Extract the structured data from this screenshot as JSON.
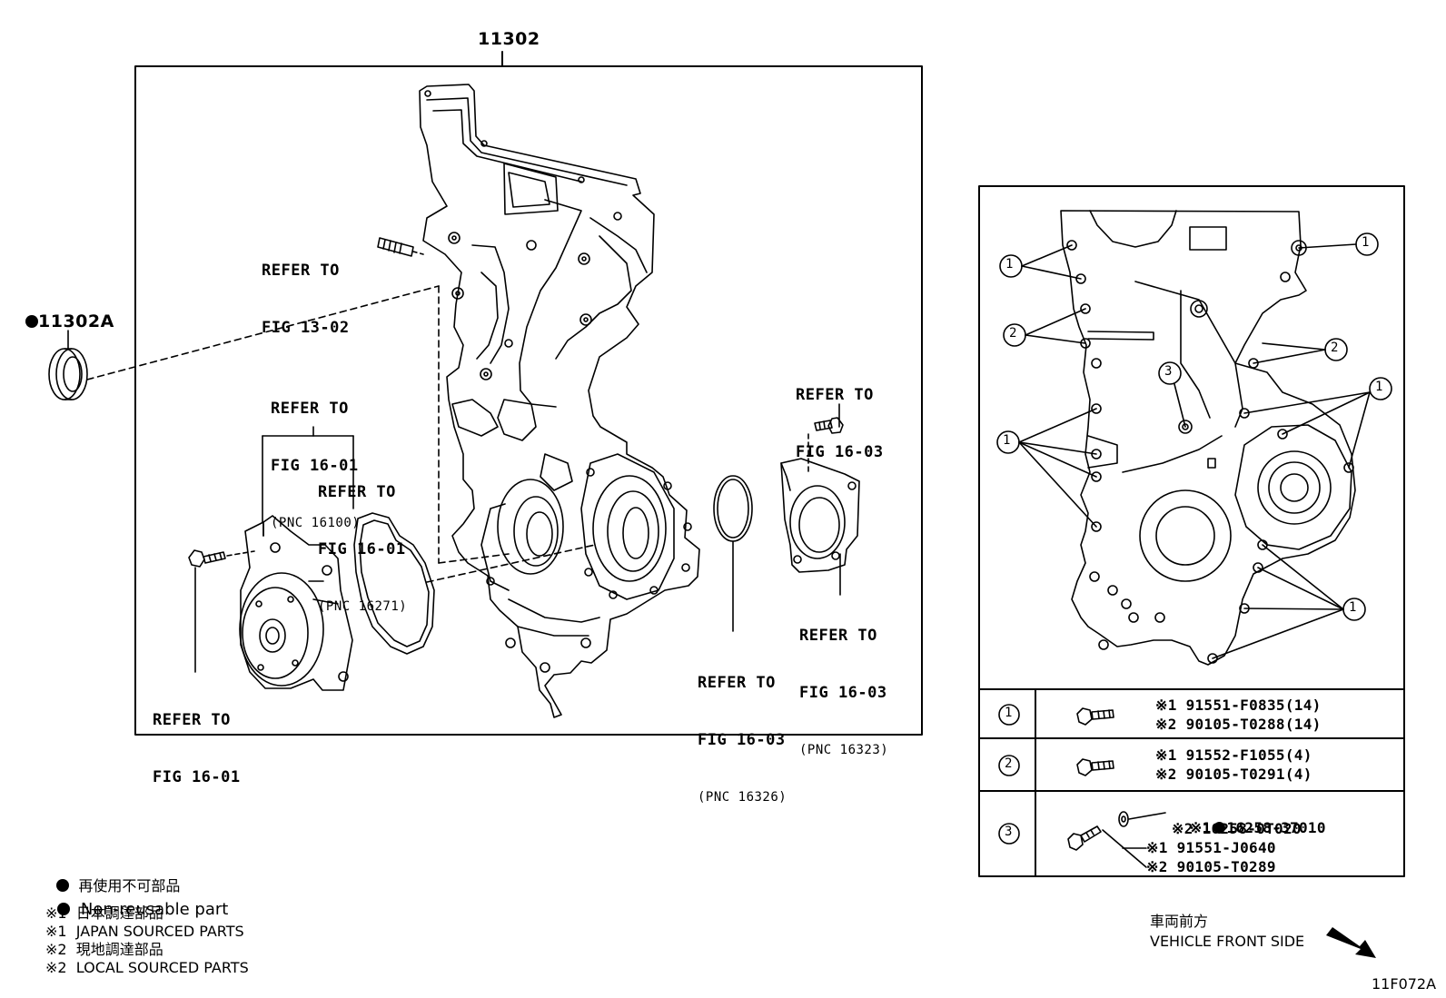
{
  "main_part": {
    "number": "11302"
  },
  "oil_seal": {
    "number": "11302A"
  },
  "refs": {
    "fig_13_02": {
      "line1": "REFER TO",
      "line2": "FIG 13-02"
    },
    "fig_16_01_pnc16100": {
      "line1": "REFER TO",
      "line2": "FIG 16-01",
      "line3": "(PNC 16100)"
    },
    "fig_16_01_pnc16271": {
      "line1": "REFER TO",
      "line2": "FIG 16-01",
      "line3": "(PNC 16271)"
    },
    "fig_16_01_pump": {
      "line1": "REFER TO",
      "line2": "FIG 16-01"
    },
    "fig_16_03_bolt": {
      "line1": "REFER TO",
      "line2": "FIG 16-03"
    },
    "fig_16_03_pnc16323": {
      "line1": "REFER TO",
      "line2": "FIG 16-03",
      "line3": "(PNC 16323)"
    },
    "fig_16_03_pnc16326": {
      "line1": "REFER TO",
      "line2": "FIG 16-03",
      "line3": "(PNC 16326)"
    }
  },
  "bolt_table": {
    "rows": [
      {
        "marker": "1",
        "lines": [
          "※1 91551-F0835(14)",
          "※2 90105-T0288(14)"
        ]
      },
      {
        "marker": "2",
        "lines": [
          "※1 91552-F1055(4)",
          "※2 90105-T0291(4)"
        ]
      },
      {
        "marker": "3",
        "washer_lines": [
          "※1",
          "16258-37010",
          "※2 16258-0T020"
        ],
        "bolt_lines": [
          "※1 91551-J0640",
          "※2 90105-T0289"
        ]
      }
    ]
  },
  "detail_callouts": [
    "1",
    "1",
    "2",
    "2",
    "3",
    "1",
    "1",
    "1"
  ],
  "legend": {
    "non_reusable_jp": "再使用不可部品",
    "non_reusable_en": "Non-reusable part",
    "japan_jp": "※1  日本調達部品",
    "japan_en": "※1  JAPAN SOURCED PARTS",
    "local_jp": "※2  現地調達部品",
    "local_en": "※2  LOCAL SOURCED PARTS"
  },
  "direction": {
    "jp": "車両前方",
    "en": "VEHICLE FRONT SIDE"
  },
  "figure_code": "11F072A"
}
